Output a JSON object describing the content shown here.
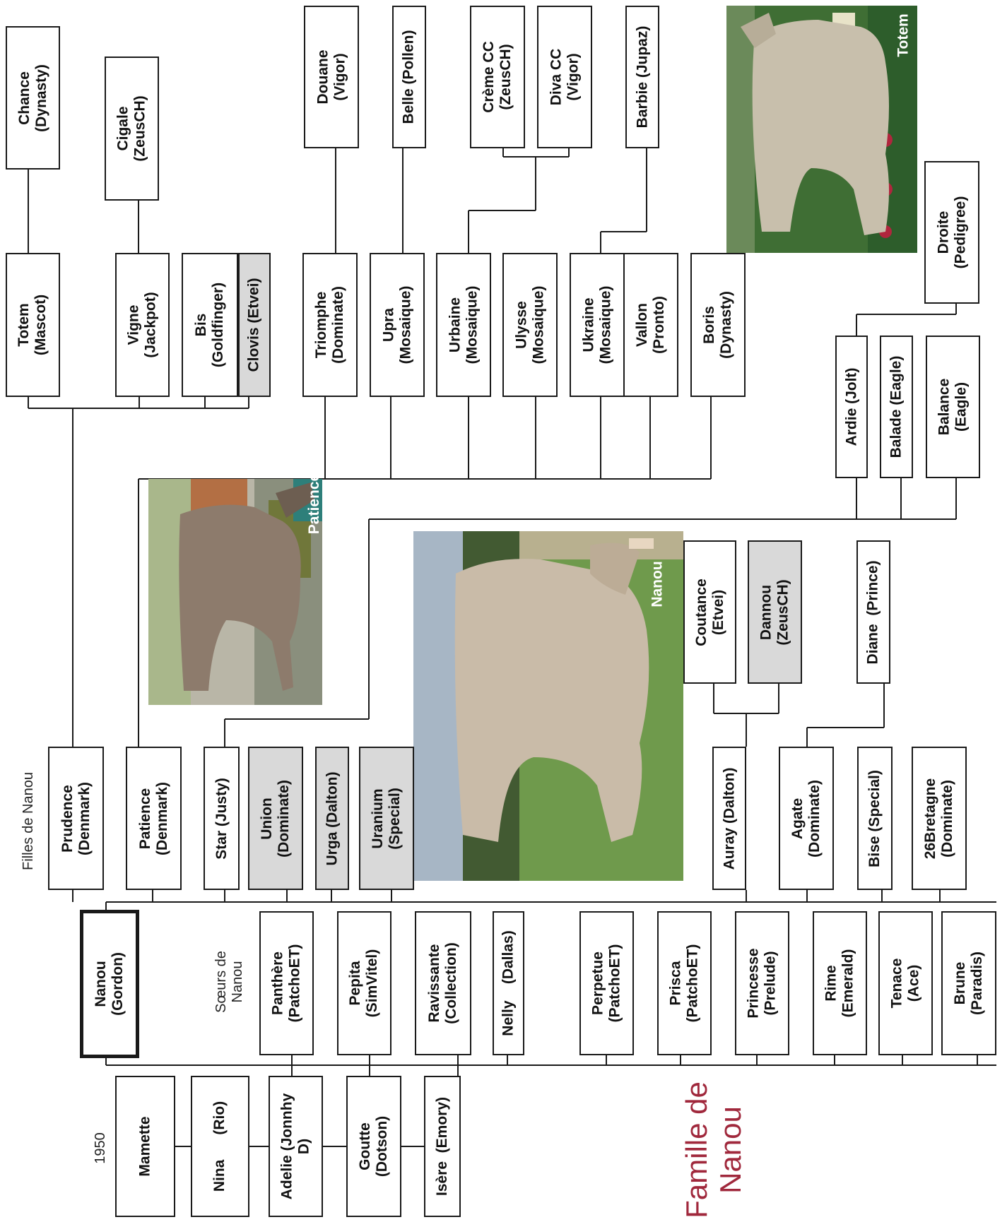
{
  "title": "Famille de\nNanou",
  "year_label": "1950",
  "section_labels": {
    "daughters": "Filles de Nanou",
    "sisters": "Sœurs de\nNanou"
  },
  "ancestors": {
    "mamette": "Mamette",
    "nina": "Nina      (Rio)",
    "adelie": "Adelie (Jonnhy\nD)",
    "goutte": "Goutte\n(Dotson)",
    "isere": "Isère  (Emory)"
  },
  "nanou": "Nanou\n(Gordon)",
  "sisters": {
    "panthere": "Panthère\n(PatchoET)",
    "pepita": "Pepita\n(SimVitel)",
    "ravissante": "Ravissante\n(Collection)",
    "nelly": "Nelly    (Dallas)",
    "perpetue": "Perpetue\n(PatchoET)",
    "prisca": "Prisca\n(PatchoET)",
    "princesse": "Princesse\n(Prelude)",
    "rime": "Rime\n(Emerald)",
    "tenace": "Tenace\n(Ace)",
    "brune": "Brune\n(Paradis)"
  },
  "daughters": {
    "prudence": "Prudence\n(Denmark)",
    "patience": "Patience\n(Denmark)",
    "star": "Star (Justy)",
    "union": "Union\n(Dominate)",
    "urga": "Urga (Dalton)",
    "uranium": "Uranium\n(Special)",
    "auray": "Auray (Dalton)",
    "agate": "Agate\n(Dominate)",
    "bise": "Bise (Special)",
    "bretagne": "26Bretagne\n(Dominate)"
  },
  "grand_daughters": {
    "totem": "Totem\n(Mascot)",
    "vigne": "Vigne\n(Jackpot)",
    "bis": "Bis\n(Goldfinger)",
    "clovis": "Clovis (Etvei)",
    "triomphe": "Triomphe\n(Dominate)",
    "upra": "Upra\n(Mosaique)",
    "urbaine": "Urbaine\n(Mosaique)",
    "ulysse": "Ulysse\n(Mosaique)",
    "ukraine": "Ukraine\n(Mosaique)",
    "vallon": "Vallon\n(Pronto)",
    "boris": "Boris\n(Dynasty)",
    "coutance": "Coutance\n(Etvei)",
    "dannou": "Dannou\n(ZeusCH)",
    "diane": "Diane  (Prince)",
    "ardie": "Ardie (Jolt)",
    "balade": "Balade (Eagle)",
    "balance": "Balance\n(Eagle)"
  },
  "great_grand_daughters": {
    "chance": "Chance\n(Dynasty)",
    "cigale": "Cigale\n(ZeusCH)",
    "douane": "Douane\n(Vigor)",
    "belle": "Belle (Pollen)",
    "creme": "Crème CC\n(ZeusCH)",
    "diva": "Diva CC\n(Vigor)",
    "barbie": "Barbie (Jupaz)",
    "droite": "Droite\n(Pedigree)"
  },
  "photos": {
    "patience": "Patience",
    "nanou": "Nanou",
    "totem": "Totem"
  },
  "colors": {
    "title": "#a0283c",
    "grey_box": "#d9d9d9",
    "line": "#1a1a1a"
  }
}
